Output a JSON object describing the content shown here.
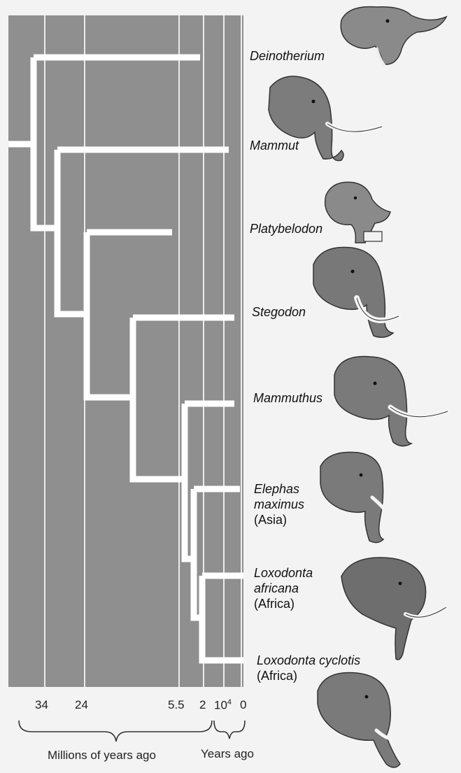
{
  "axis": {
    "ticks": [
      "34",
      "24",
      "5.5",
      "2",
      "10",
      "0"
    ],
    "tick_superscript": "4",
    "millions_caption": "Millions of years ago",
    "years_caption": "Years ago"
  },
  "species": [
    {
      "name": "Deinotherium",
      "region": ""
    },
    {
      "name": "Mammut",
      "region": ""
    },
    {
      "name": "Platybelodon",
      "region": ""
    },
    {
      "name": "Stegodon",
      "region": ""
    },
    {
      "name": "Mammuthus",
      "region": ""
    },
    {
      "name": "Elephas maximus",
      "name_line1": "Elephas",
      "name_line2": "maximus",
      "region": "(Asia)"
    },
    {
      "name": "Loxodonta africana",
      "name_line1": "Loxodonta",
      "name_line2": "africana",
      "region": "(Africa)"
    },
    {
      "name": "Loxodonta cyclotis",
      "region": "(Africa)"
    }
  ],
  "icons": [
    "deinotherium-head-icon",
    "mammut-head-icon",
    "platybelodon-head-icon",
    "stegodon-head-icon",
    "mammuthus-head-icon",
    "elephas-maximus-head-icon",
    "loxodonta-africana-head-icon",
    "loxodonta-cyclotis-head-icon"
  ],
  "colors": {
    "panel": "#8f8f8f",
    "branch": "#ffffff",
    "gridline": "#ececec",
    "ink": "#222222"
  }
}
